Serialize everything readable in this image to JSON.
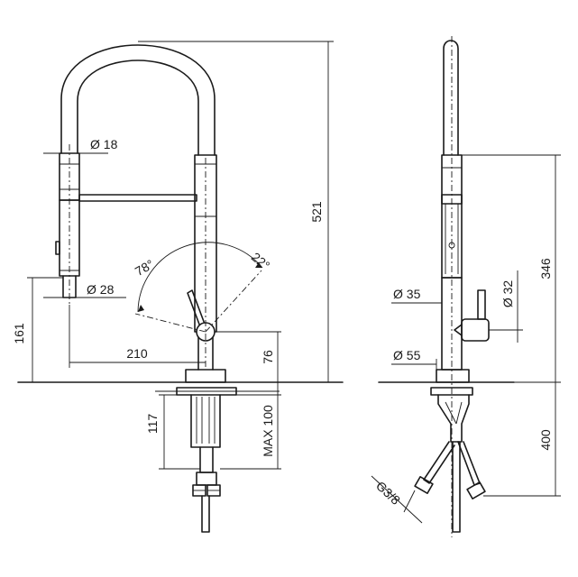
{
  "dimensions": {
    "d18": "Ø 18",
    "d28": "Ø 28",
    "angle78": "78°",
    "angle22": "22°",
    "h161": "161",
    "w210": "210",
    "h76": "76",
    "h521": "521",
    "h117": "117",
    "max100": "MAX 100",
    "d35": "Ø 35",
    "d32": "Ø 32",
    "d55": "Ø 55",
    "h346": "346",
    "h400": "400",
    "g38": "G3/8"
  },
  "colors": {
    "line": "#1a1a1a",
    "background": "#ffffff"
  }
}
